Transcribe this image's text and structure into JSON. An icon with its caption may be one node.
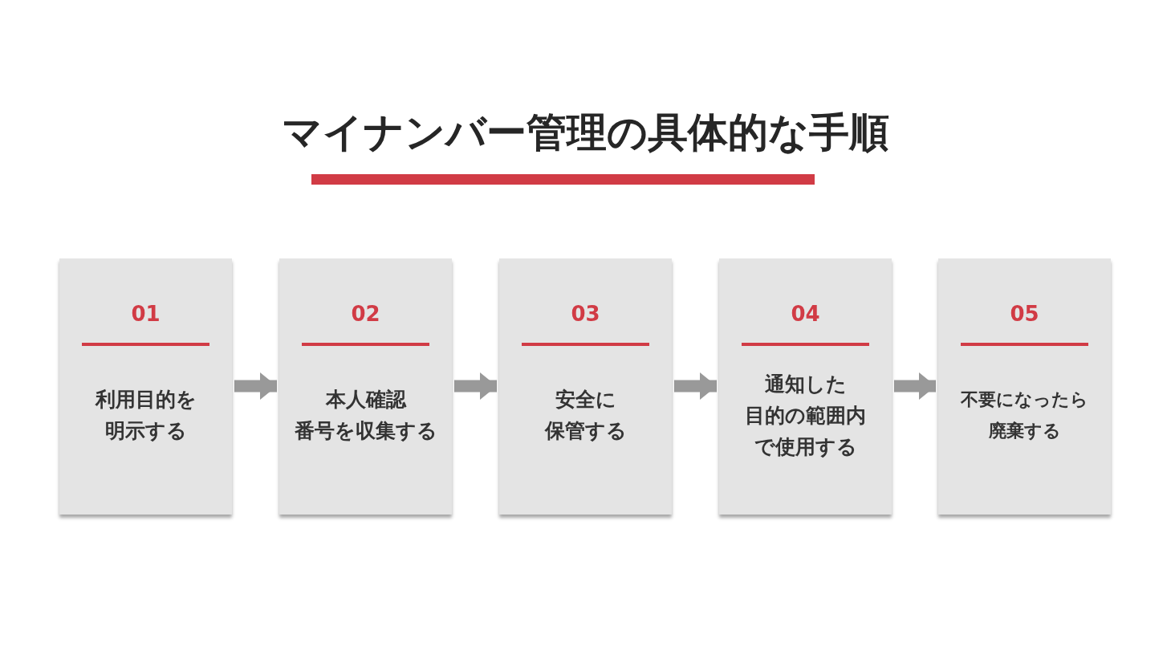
{
  "diagram": {
    "title": "マイナンバー管理の具体的な手順",
    "nodes": [
      {
        "text": [
          "01",
          "利用目的を明示する"
        ]
      },
      {
        "text": [
          "02",
          "本人確認番号を収集する"
        ]
      },
      {
        "text": [
          "03",
          "安全に保管する"
        ]
      },
      {
        "text": [
          "04",
          "通知した目的の範囲内で使用する"
        ]
      },
      {
        "text": [
          "05",
          "不要になったら廃棄する"
        ]
      }
    ],
    "edges": [
      {
        "from": 0,
        "to": 1,
        "arrow": "to"
      },
      {
        "from": 1,
        "to": 2,
        "arrow": "to"
      },
      {
        "from": 2,
        "to": 3,
        "arrow": "to"
      },
      {
        "from": 3,
        "to": 4,
        "arrow": "to"
      }
    ]
  }
}
